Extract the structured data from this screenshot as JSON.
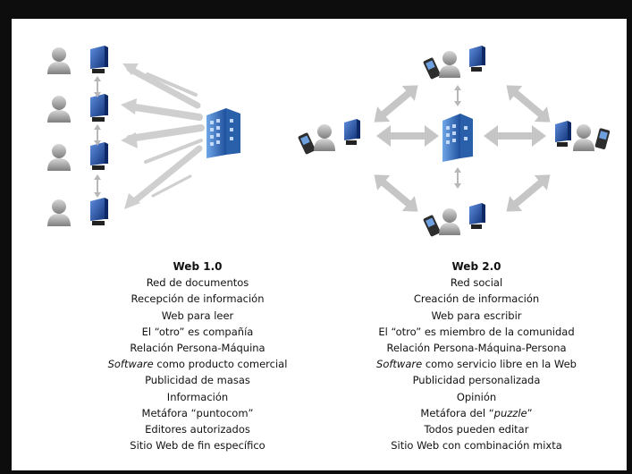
{
  "web1": {
    "title": "Web 1.0",
    "lines": [
      {
        "text": "Red de documentos"
      },
      {
        "text": "Recepción de información"
      },
      {
        "text": "Web para leer"
      },
      {
        "text": "El “otro” es compañía"
      },
      {
        "text": "Relación Persona-Máquina"
      },
      {
        "italic": "Software",
        "text": " como producto comercial"
      },
      {
        "text": "Publicidad de masas"
      },
      {
        "text": "Información"
      },
      {
        "text": "Metáfora “puntocom”"
      },
      {
        "text": "Editores autorizados"
      },
      {
        "text": "Sitio Web de fin específico"
      }
    ]
  },
  "web2": {
    "title": "Web 2.0",
    "lines": [
      {
        "text": "Red social"
      },
      {
        "text": "Creación de información"
      },
      {
        "text": "Web para escribir"
      },
      {
        "text": "El “otro” es miembro de la comunidad"
      },
      {
        "text": "Relación Persona-Máquina-Persona"
      },
      {
        "italic": "Software",
        "text": " como servicio libre en la Web"
      },
      {
        "text": "Publicidad personalizada"
      },
      {
        "text": "Opinión"
      },
      {
        "prefix": "Metáfora del “",
        "italic": "puzzle",
        "text": "”"
      },
      {
        "text": "Todos pueden editar"
      },
      {
        "text": "Sitio Web con combinación mixta"
      }
    ]
  },
  "colors": {
    "arrow": "#c4c4c4",
    "monitor": "#1f4fa8",
    "building": "#3a78c8",
    "person": "#9a9a9a",
    "phone": "#2d2d2d"
  },
  "icons": [
    "user-icon",
    "monitor-icon",
    "server-building-icon",
    "mobile-phone-icon",
    "bidirectional-arrow-icon"
  ]
}
